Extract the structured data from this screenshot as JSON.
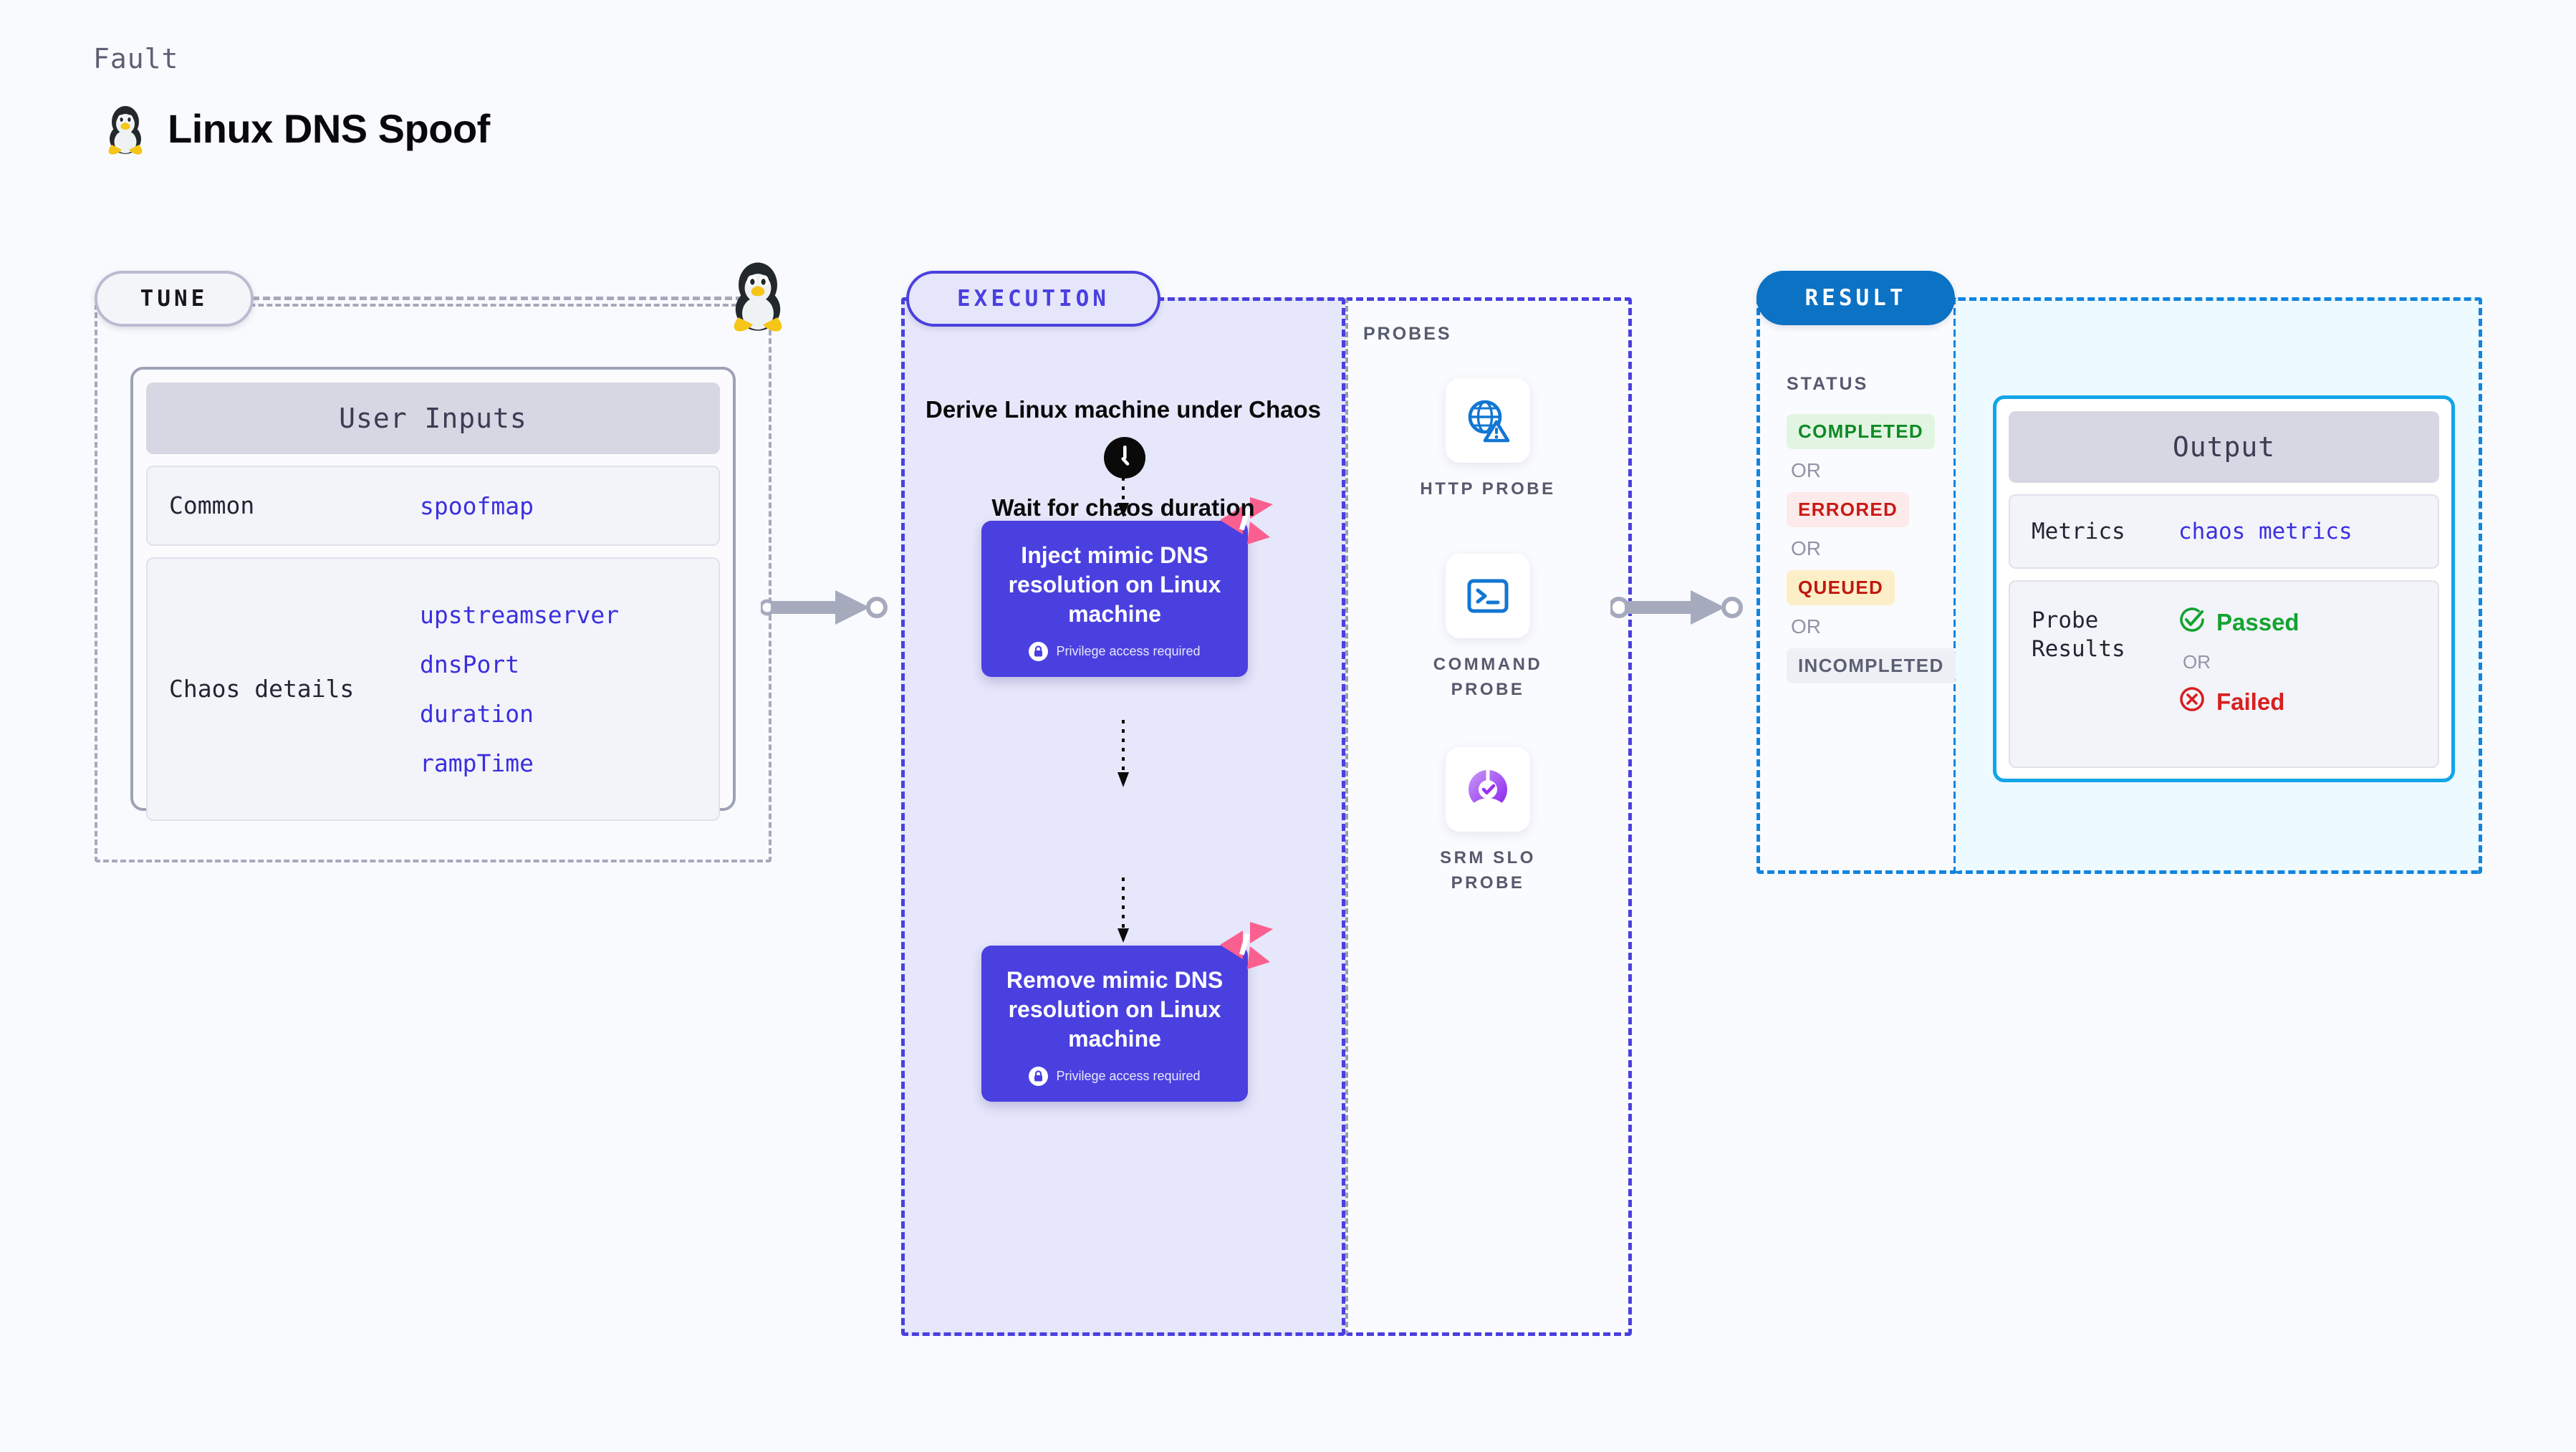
{
  "header": {
    "kicker": "Fault",
    "title": "Linux DNS Spoof",
    "icon": "tux-penguin-icon"
  },
  "sections": {
    "tune": {
      "pill_label": "TUNE"
    },
    "execution": {
      "pill_label": "EXECUTION"
    },
    "probes": {
      "title": "PROBES"
    },
    "result": {
      "pill_label": "RESULT"
    }
  },
  "tune": {
    "card_title": "User Inputs",
    "rows": [
      {
        "key": "Common",
        "values": [
          "spoofmap"
        ]
      },
      {
        "key": "Chaos details",
        "values": [
          "upstreamserver",
          "dnsPort",
          "duration",
          "rampTime"
        ]
      }
    ]
  },
  "execution": {
    "derive_label": "Derive Linux machine under Chaos",
    "wait_label": "Wait for chaos duration",
    "nodes": [
      {
        "title": "Inject mimic DNS resolution on Linux machine",
        "note": "Privilege access required"
      },
      {
        "title": "Remove mimic DNS resolution on Linux machine",
        "note": "Privilege access required"
      }
    ]
  },
  "probes": [
    {
      "label": "HTTP PROBE",
      "icon": "globe-warning-icon"
    },
    {
      "label": "COMMAND PROBE",
      "icon": "terminal-icon"
    },
    {
      "label": "SRM SLO PROBE",
      "icon": "slo-donut-check-icon"
    }
  ],
  "result": {
    "status_title": "STATUS",
    "or_label": "OR",
    "statuses": [
      "COMPLETED",
      "ERRORED",
      "QUEUED",
      "INCOMPLETED"
    ]
  },
  "output": {
    "card_title": "Output",
    "metrics_key": "Metrics",
    "metrics_value": "chaos metrics",
    "probe_key": "Probe Results",
    "passed_label": "Passed",
    "failed_label": "Failed",
    "or_label": "OR"
  },
  "colors": {
    "background": "#f8fafd",
    "execution_accent": "#4a40e0",
    "execution_fill": "#e6e7fb",
    "result_accent": "#0b72c4",
    "output_accent": "#12a5e8",
    "output_fill": "#edfaff",
    "tune_border": "#a6a9bb",
    "mono_value": "#3b2fe0",
    "probe_blue": "#1276d3",
    "logo_pink": "#fa608f",
    "passed_green": "#12a330",
    "failed_red": "#d81f1f"
  }
}
